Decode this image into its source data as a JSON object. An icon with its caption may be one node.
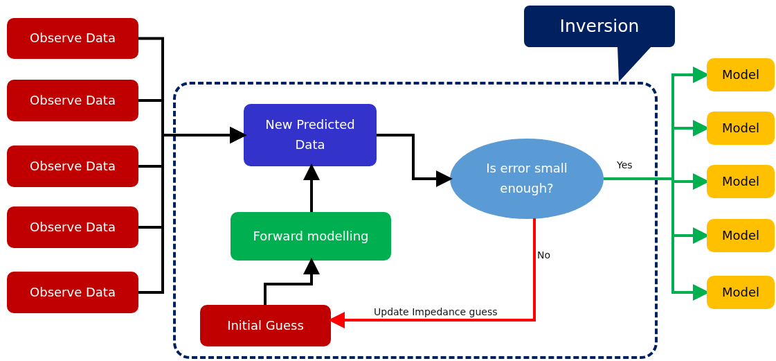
{
  "diagram": {
    "nodes": [
      {
        "text": [
          "Inversion"
        ]
      },
      {
        "text": [
          "Observe Data"
        ]
      },
      {
        "text": [
          "Observe Data"
        ]
      },
      {
        "text": [
          "Observe Data"
        ]
      },
      {
        "text": [
          "Observe Data"
        ]
      },
      {
        "text": [
          "Observe Data"
        ]
      },
      {
        "text": [
          "New Predicted Data"
        ],
        "in": 0
      },
      {
        "text": [
          "Forward modelling"
        ],
        "in": 0
      },
      {
        "text": [
          "Is error small enough?"
        ],
        "in": 0
      },
      {
        "text": [
          "Initial Guess"
        ],
        "in": 0
      },
      {
        "text": [
          "Model"
        ]
      },
      {
        "text": [
          "Model"
        ]
      },
      {
        "text": [
          "Model"
        ]
      },
      {
        "text": [
          "Model"
        ]
      },
      {
        "text": [
          "Model"
        ]
      }
    ],
    "edges": [
      {
        "from": 1,
        "to": 6,
        "arrow": "to"
      },
      {
        "from": 2,
        "to": 6,
        "arrow": "to"
      },
      {
        "from": 3,
        "to": 6,
        "arrow": "to"
      },
      {
        "from": 4,
        "to": 6,
        "arrow": "to"
      },
      {
        "from": 5,
        "to": 6,
        "arrow": "to"
      },
      {
        "from": 6,
        "to": 8,
        "arrow": "to"
      },
      {
        "from": 7,
        "to": 6,
        "arrow": "to"
      },
      {
        "from": 9,
        "to": 7,
        "arrow": "to"
      },
      {
        "from": 8,
        "to": 9,
        "arrow": "to",
        "label": "No",
        "color": "#ff0000"
      },
      {
        "from": 8,
        "to": 10,
        "arrow": "to",
        "label": "Yes",
        "color": "#00b050"
      },
      {
        "from": 8,
        "to": 11,
        "arrow": "to",
        "color": "#00b050"
      },
      {
        "from": 8,
        "to": 12,
        "arrow": "to",
        "color": "#00b050"
      },
      {
        "from": 8,
        "to": 13,
        "arrow": "to",
        "color": "#00b050"
      },
      {
        "from": 8,
        "to": 14,
        "arrow": "to",
        "color": "#00b050"
      }
    ],
    "labels": [
      "Update Impedance guess"
    ]
  }
}
